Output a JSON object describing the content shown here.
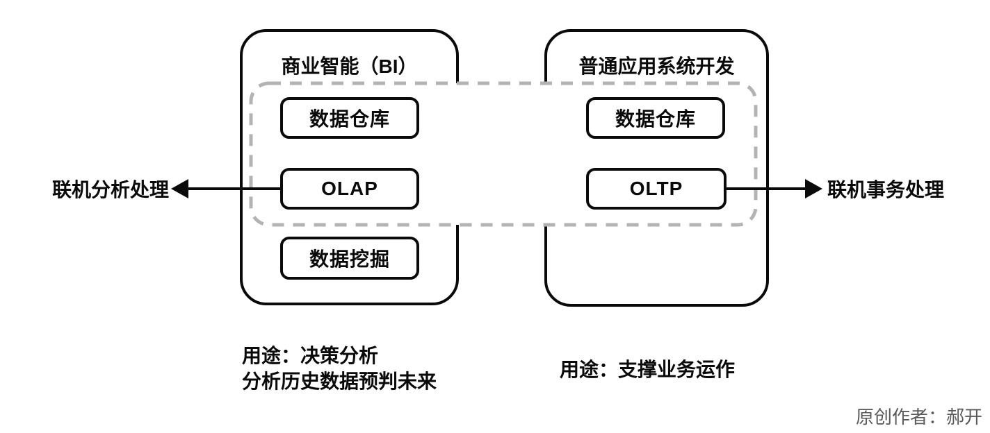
{
  "colors": {
    "line_black": "#0a0a0a",
    "dashed_grey": "#b3b3b3",
    "credit_grey": "#595959",
    "background": "#ffffff"
  },
  "left_panel": {
    "title": "商业智能（BI）",
    "boxes": [
      "数据仓库",
      "OLAP",
      "数据挖掘"
    ],
    "arrow_label": "联机分析处理",
    "caption_line1": "用途：决策分析",
    "caption_line2": "分析历史数据预判未来"
  },
  "right_panel": {
    "title": "普通应用系统开发",
    "boxes": [
      "数据仓库",
      "OLTP"
    ],
    "arrow_label": "联机事务处理",
    "caption": "用途：支撑业务运作"
  },
  "footer": {
    "credit": "原创作者：郝开"
  }
}
